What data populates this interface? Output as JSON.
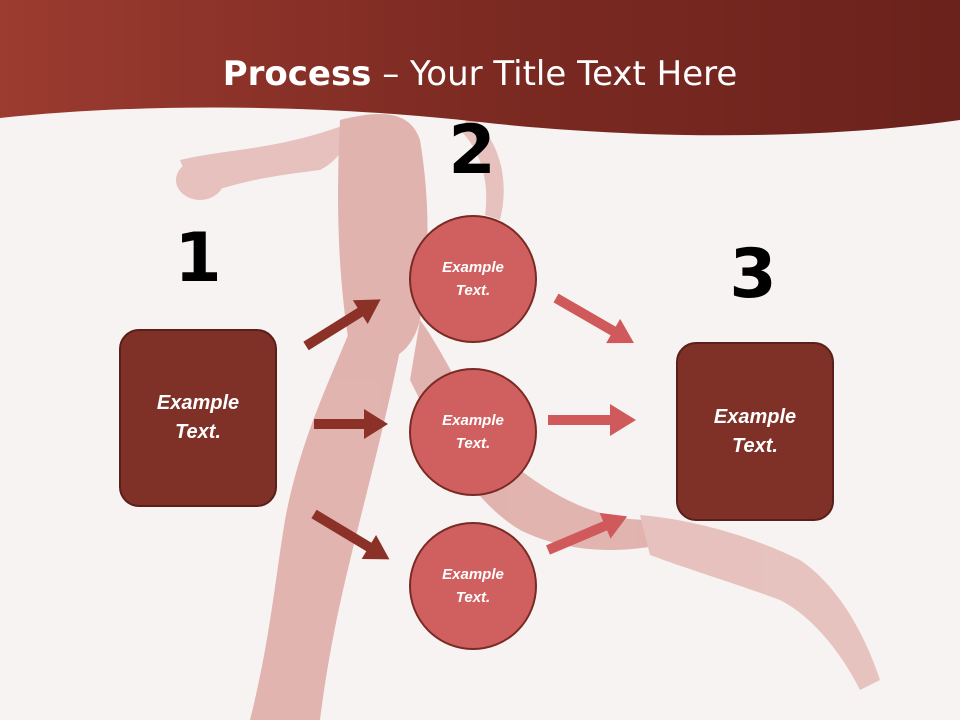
{
  "title": {
    "bold": "Process",
    "rest": " – Your Title Text Here"
  },
  "steps": [
    {
      "number": "1",
      "text": "Example\nText."
    },
    {
      "number": "2",
      "nodes": [
        "Example\nText.",
        "Example\nText.",
        "Example\nText."
      ]
    },
    {
      "number": "3",
      "text": "Example\nText."
    }
  ],
  "colors": {
    "header": "#8b2f25",
    "box_fill": "#7f3128",
    "circle_fill": "#d0605f",
    "arrow_dark": "#8b3127",
    "arrow_light": "#d05a5b"
  },
  "icons": {
    "background": "running-muscle-figure"
  }
}
